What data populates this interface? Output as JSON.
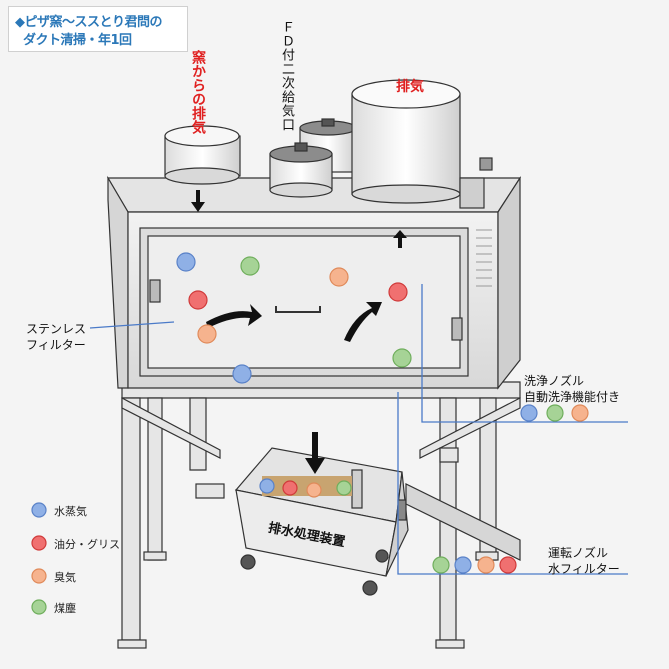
{
  "title": {
    "line1": "◆ピザ窯～ススとり君問の",
    "line2": "ダクト清掃・年1回"
  },
  "labels": {
    "from_kiln": "窯からの排気",
    "fd_inlet": "ＦＤ付二次給気口",
    "exhaust": "排気",
    "stainless_filter_1": "ステンレス",
    "stainless_filter_2": "フィルター",
    "wash_nozzle_1": "洗浄ノズル",
    "wash_nozzle_2": "自動洗浄機能付き",
    "drain_unit": "排水処理装置",
    "run_nozzle_1": "運転ノズル",
    "run_nozzle_2": "水フィルター"
  },
  "legend": [
    {
      "label": "水蒸気",
      "color": "#8fb0e6",
      "stroke": "#5a82c8"
    },
    {
      "label": "油分・グリス",
      "color": "#f07070",
      "stroke": "#d03a3a"
    },
    {
      "label": "臭気",
      "color": "#f6b38e",
      "stroke": "#e08a5a"
    },
    {
      "label": "煤塵",
      "color": "#a6d396",
      "stroke": "#6fae5c"
    }
  ],
  "colors": {
    "title_text": "#2b78b8",
    "accent_red": "#e02020",
    "leader_line": "#4a7ac8",
    "metal": "#e9e9e9",
    "outline": "#333333"
  }
}
